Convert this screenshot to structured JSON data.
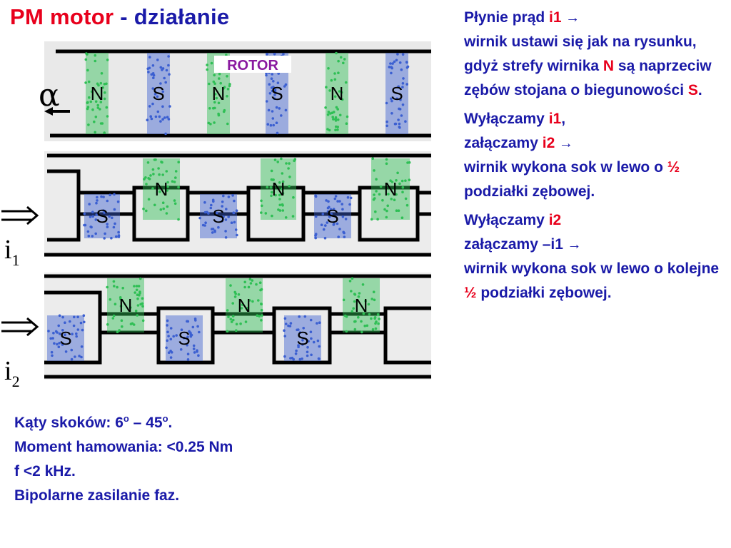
{
  "title": {
    "part1": "PM motor",
    "separator": " - ",
    "part2": "działanie"
  },
  "colors": {
    "red": "#e8001c",
    "blue": "#1a1aa8",
    "north_green": "#2fbf55",
    "south_blue": "#3b5fd1"
  },
  "diagram": {
    "rotor_label": "ROTOR",
    "alpha_symbol": "α",
    "i1_label": "i",
    "i1_sub": "1",
    "i2_label": "i",
    "i2_sub": "2",
    "n_pole": "N",
    "s_pole": "S"
  },
  "bottom": {
    "line1_a": "Kąty skoków:  6",
    "line1_deg1": "o",
    "line1_b": " – 45",
    "line1_deg2": "o",
    "line1_c": ".",
    "line2": "Moment hamowania:  <0.25 Nm",
    "line3": "f <2 kHz.",
    "line4": "Bipolarne zasilanie faz."
  },
  "right": {
    "p1_a": "Płynie prąd ",
    "p1_i1": "i1",
    "p1_arrow": " →",
    "p1_b": "wirnik ustawi się jak na rysunku, gdyż strefy wirnika ",
    "p1_n": "N",
    "p1_c": " są naprzeciw zębów stojana o biegunowości ",
    "p1_s": "S",
    "p1_d": ".",
    "p2_a": "Wyłączamy ",
    "p2_i1": "i1",
    "p2_b": ",",
    "p2_c": "załączamy ",
    "p2_i2": "i2",
    "p2_arrow": " →",
    "p2_d": "wirnik wykona sok w lewo o  ",
    "p2_half": "½",
    "p2_e": "  podziałki zębowej.",
    "p3_a": "Wyłączamy ",
    "p3_i2": "i2",
    "p3_b": "załączamy –i1",
    "p3_arrow": " →",
    "p3_c": "wirnik wykona sok w lewo o kolejne ",
    "p3_half": "½",
    "p3_d": " podziałki zębowej."
  }
}
